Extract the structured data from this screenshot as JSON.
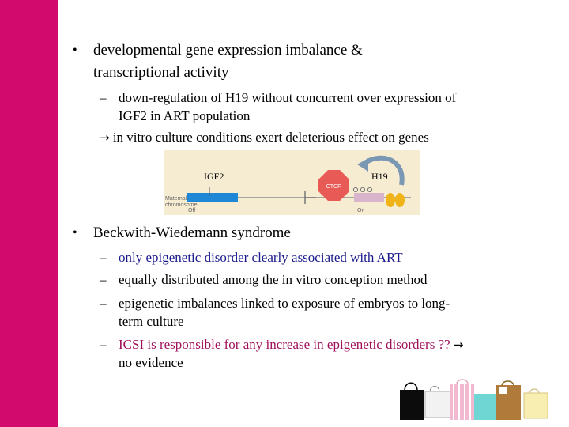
{
  "bullets": [
    {
      "lines": [
        "developmental gene expression imbalance &",
        "transcriptional activity"
      ],
      "subitems": [
        {
          "lines": [
            "down-regulation of H19 without concurrent over expression of",
            "IGF2 in ART population"
          ]
        },
        {
          "arrow_text": "in vitro culture conditions exert deleterious effect on genes"
        }
      ]
    },
    {
      "lines": [
        "Beckwith-Wiedemann syndrome"
      ],
      "subitems": [
        {
          "lines": [
            "only epigenetic disorder clearly associated with ART"
          ]
        },
        {
          "lines": [
            "equally distributed among the in vitro conception method"
          ]
        },
        {
          "lines": [
            "epigenetic imbalances linked to exposure of embryos to long-",
            "term culture"
          ]
        },
        {
          "lines": [
            "ICSI is responsible for any increase in epigenetic disorders ??",
            "no evidence"
          ]
        }
      ]
    }
  ],
  "diagram": {
    "igf2_label": "IGF2",
    "h19_label": "H19",
    "maternal_label_1": "Maternal",
    "maternal_label_2": "chromosome",
    "off_label": "Off",
    "on_label": "On",
    "ctcf_label": "CTCF"
  },
  "colors": {
    "sidebar": "#d20a6e",
    "blue_text": "#1a1a8c",
    "magenta_text": "#a0105a"
  }
}
